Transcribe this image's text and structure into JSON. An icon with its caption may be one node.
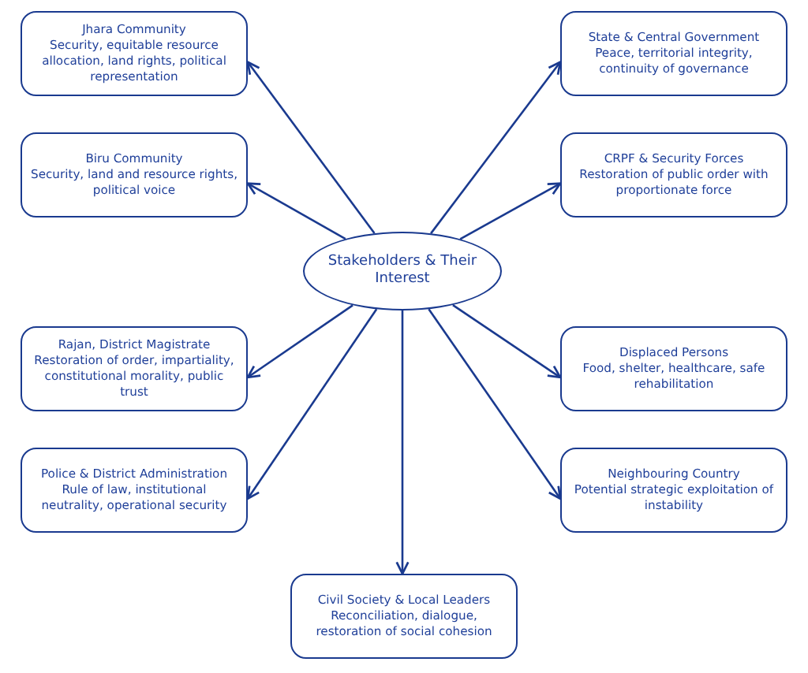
{
  "diagram": {
    "nodes": [
      {
        "text": [
          "Stakeholders & Their Interest"
        ]
      },
      {
        "text": [
          "Jhara Community",
          "Security, equitable resource allocation, land rights, political representation"
        ]
      },
      {
        "text": [
          "State & Central Government",
          "Peace, territorial integrity, continuity of governance"
        ]
      },
      {
        "text": [
          "Biru Community",
          "Security, land and resource rights, political voice"
        ]
      },
      {
        "text": [
          "CRPF & Security Forces",
          "Restoration of public order with proportionate force"
        ]
      },
      {
        "text": [
          "Rajan, District Magistrate",
          "Restoration of order, impartiality, constitutional morality, public trust"
        ]
      },
      {
        "text": [
          "Displaced Persons",
          "Food, shelter, healthcare, safe rehabilitation"
        ]
      },
      {
        "text": [
          "Police & District Administration",
          "Rule of law, institutional neutrality, operational security"
        ]
      },
      {
        "text": [
          "Neighbouring Country",
          "Potential strategic exploitation of instability"
        ]
      },
      {
        "text": [
          "Civil Society & Local Leaders",
          "Reconciliation, dialogue, restoration of social cohesion"
        ]
      }
    ],
    "edges": [
      {
        "from": 0,
        "to": 1,
        "arrow": "to"
      },
      {
        "from": 0,
        "to": 2,
        "arrow": "to"
      },
      {
        "from": 0,
        "to": 3,
        "arrow": "to"
      },
      {
        "from": 0,
        "to": 4,
        "arrow": "to"
      },
      {
        "from": 0,
        "to": 5,
        "arrow": "to"
      },
      {
        "from": 0,
        "to": 6,
        "arrow": "to"
      },
      {
        "from": 0,
        "to": 7,
        "arrow": "to"
      },
      {
        "from": 0,
        "to": 8,
        "arrow": "to"
      },
      {
        "from": 0,
        "to": 9,
        "arrow": "to"
      }
    ]
  }
}
